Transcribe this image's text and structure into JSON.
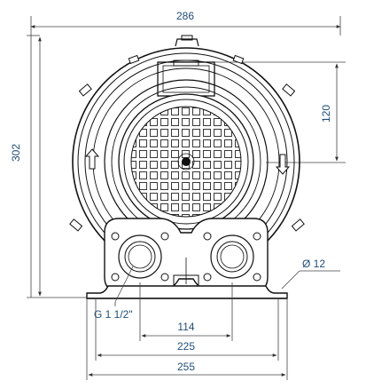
{
  "drawing": {
    "dim_overall_width": "286",
    "dim_height": "302",
    "dim_motor_offset": "120",
    "dim_hole_diameter": "Ø 12",
    "dim_port_spacing": "114",
    "dim_foot_hole_spacing": "225",
    "dim_base_width": "255",
    "port_thread": "G 1 1/2\""
  },
  "colors": {
    "line": "#111111",
    "dim_text": "#1f4e79"
  }
}
